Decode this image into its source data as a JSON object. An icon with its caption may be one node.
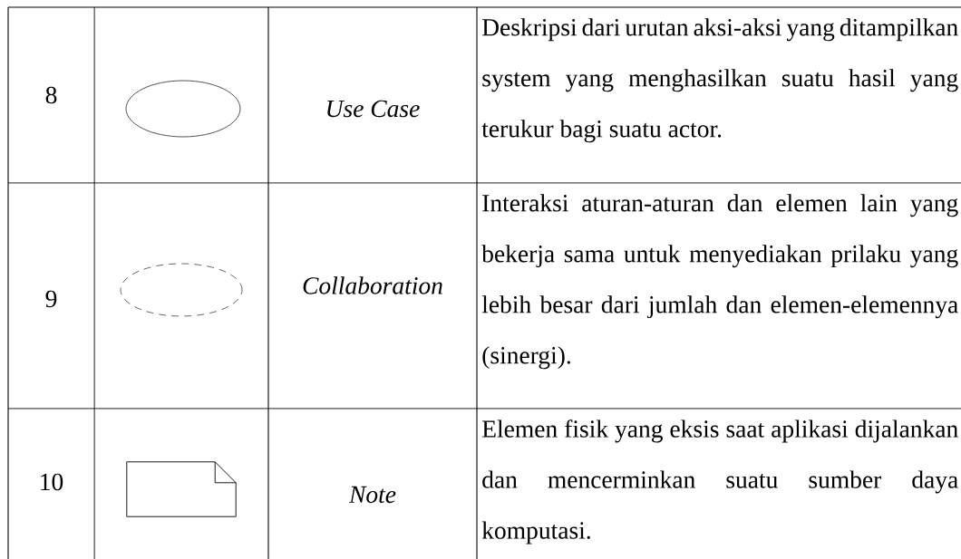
{
  "diagram": {
    "nodes": [
      {
        "text": [],
        "shape": "ellipse"
      },
      {
        "text": [],
        "shape": "ellipse"
      },
      {
        "text": [],
        "shape": "note"
      }
    ],
    "labels": [
      "8",
      "Use Case",
      "Deskripsi dari urutan aksi-aksi yang ditampilkan system yang menghasilkan suatu hasil yang terukur bagi suatu actor.",
      "9",
      "Collaboration",
      "Interaksi aturan-aturan dan elemen lain yang bekerja sama untuk menyediakan prilaku yang lebih besar dari jumlah dan elemen-elemennya (sinergi).",
      "10",
      "Note",
      "Elemen fisik yang eksis saat aplikasi dijalankan dan mencerminkan suatu sumber daya komputasi."
    ]
  }
}
